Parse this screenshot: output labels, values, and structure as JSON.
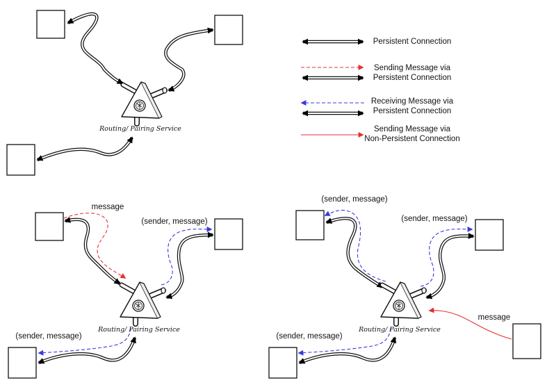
{
  "service_label": "Routing/ Pairing Service",
  "legend": {
    "persistent": "Persistent Connection",
    "sending_persistent_line1": "Sending Message via",
    "sending_persistent_line2": "Persistent Connection",
    "receiving_persistent_line1": "Receiving Message via",
    "receiving_persistent_line2": "Persistent Connection",
    "sending_nonpersistent_line1": "Sending Message via",
    "sending_nonpersistent_line2": "Non-Persistent Connection"
  },
  "diagram2": {
    "message_label": "message",
    "sender_message_right": "(sender, message)",
    "sender_message_bottom": "(sender, message)"
  },
  "diagram3": {
    "sender_message_top": "(sender, message)",
    "sender_message_right": "(sender, message)",
    "sender_message_bottom": "(sender, message)",
    "message_label": "message"
  },
  "colors": {
    "connection": "#000000",
    "sending": "#e53030",
    "receiving": "#3a3ae0",
    "node_fill": "#ffffff"
  }
}
